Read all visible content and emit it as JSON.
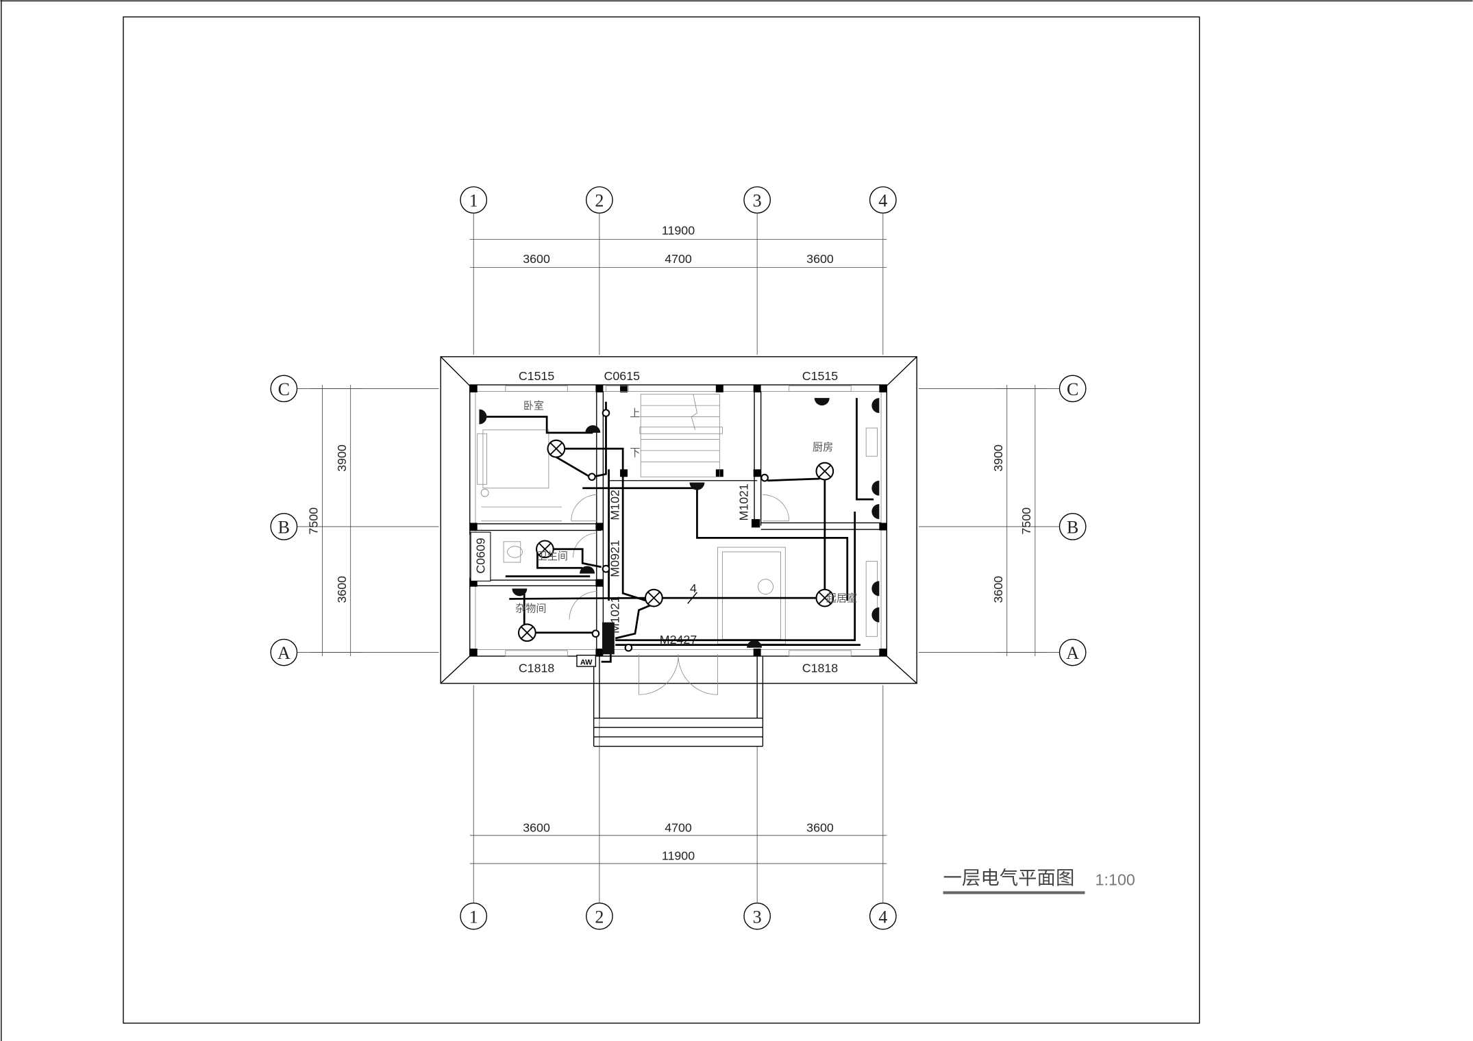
{
  "drawing": {
    "title": "一层电气平面图",
    "scale": "1:100"
  },
  "axes": {
    "columns": [
      "1",
      "2",
      "3",
      "4"
    ],
    "rows": [
      "C",
      "B",
      "A"
    ]
  },
  "dimensions": {
    "horizontal_total": "11900",
    "horizontal_segments": [
      "3600",
      "4700",
      "3600"
    ],
    "vertical_total": "7500",
    "vertical_segments": [
      "3900",
      "3600"
    ]
  },
  "windows": {
    "top_left": "C1515",
    "top_stair": "C0615",
    "top_right": "C1515",
    "bottom_left": "C1818",
    "bottom_right": "C1818",
    "left_bath": "C0609"
  },
  "doors": {
    "bedroom": "M102",
    "kitchen": "M1021",
    "bathroom": "M0921",
    "storage": "M1021",
    "entrance": "M2427"
  },
  "rooms": {
    "bedroom": "卧室",
    "kitchen": "厨房",
    "bathroom": "卫生间",
    "storage": "杂物间",
    "living": "起居室"
  },
  "stair": {
    "up": "上",
    "down": "下"
  },
  "wire_count": "4",
  "panel_label": "AW"
}
